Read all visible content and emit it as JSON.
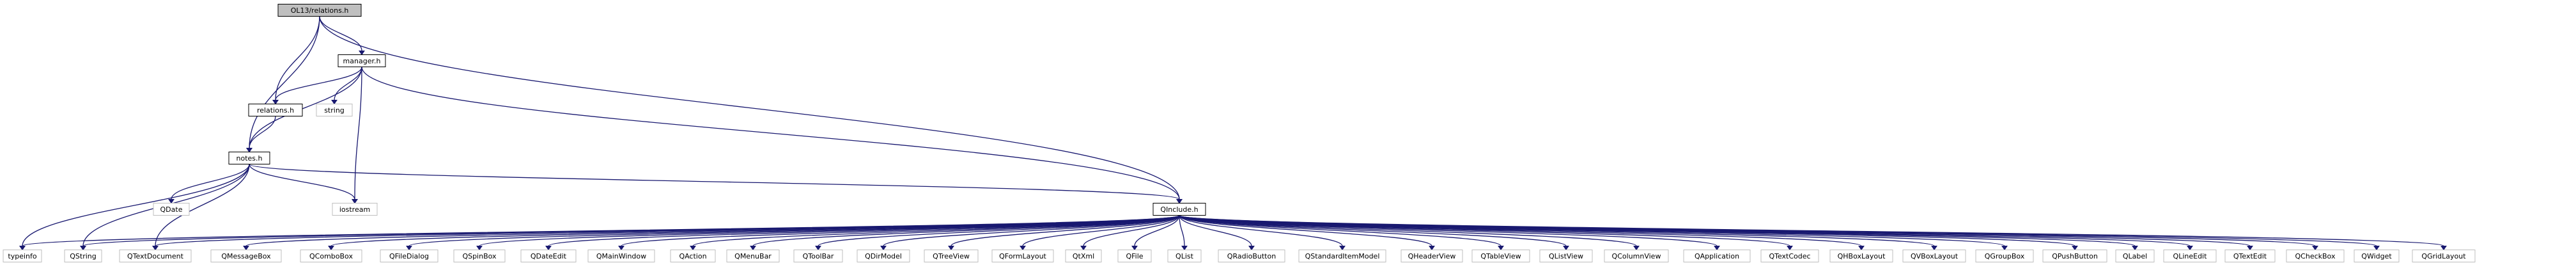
{
  "graph": {
    "colors": {
      "edge": "#191970",
      "root_fill": "#bfbfbf",
      "root_border": "#000000",
      "documented_fill": "#ffffff",
      "documented_border": "#000000",
      "external_fill": "#ffffff",
      "external_border": "#bfbfbf"
    },
    "nodes": [
      {
        "id": "root",
        "label": "OL13/relations.h",
        "style": "root"
      },
      {
        "id": "manager",
        "label": "manager.h",
        "style": "documented"
      },
      {
        "id": "relations",
        "label": "relations.h",
        "style": "documented"
      },
      {
        "id": "string",
        "label": "string",
        "style": "external"
      },
      {
        "id": "notes",
        "label": "notes.h",
        "style": "documented"
      },
      {
        "id": "qdate",
        "label": "QDate",
        "style": "external"
      },
      {
        "id": "iostream",
        "label": "iostream",
        "style": "external"
      },
      {
        "id": "qinclude",
        "label": "QInclude.h",
        "style": "documented"
      },
      {
        "id": "typeinfo",
        "label": "typeinfo",
        "style": "external"
      },
      {
        "id": "qstring",
        "label": "QString",
        "style": "external"
      },
      {
        "id": "qtextdocument",
        "label": "QTextDocument",
        "style": "external"
      },
      {
        "id": "qmessagebox",
        "label": "QMessageBox",
        "style": "external"
      },
      {
        "id": "qcombobox",
        "label": "QComboBox",
        "style": "external"
      },
      {
        "id": "qfiledialog",
        "label": "QFileDialog",
        "style": "external"
      },
      {
        "id": "qspinbox",
        "label": "QSpinBox",
        "style": "external"
      },
      {
        "id": "qdateedit",
        "label": "QDateEdit",
        "style": "external"
      },
      {
        "id": "qmainwindow",
        "label": "QMainWindow",
        "style": "external"
      },
      {
        "id": "qaction",
        "label": "QAction",
        "style": "external"
      },
      {
        "id": "qmenubar",
        "label": "QMenuBar",
        "style": "external"
      },
      {
        "id": "qtoolbar",
        "label": "QToolBar",
        "style": "external"
      },
      {
        "id": "qdirmodel",
        "label": "QDirModel",
        "style": "external"
      },
      {
        "id": "qtreeview",
        "label": "QTreeView",
        "style": "external"
      },
      {
        "id": "qformlayout",
        "label": "QFormLayout",
        "style": "external"
      },
      {
        "id": "qtxml",
        "label": "QtXml",
        "style": "external"
      },
      {
        "id": "qfile",
        "label": "QFile",
        "style": "external"
      },
      {
        "id": "qlist",
        "label": "QList",
        "style": "external"
      },
      {
        "id": "qradiobutton",
        "label": "QRadioButton",
        "style": "external"
      },
      {
        "id": "qstandarditemmodel",
        "label": "QStandardItemModel",
        "style": "external"
      },
      {
        "id": "qheaderview",
        "label": "QHeaderView",
        "style": "external"
      },
      {
        "id": "qtableview",
        "label": "QTableView",
        "style": "external"
      },
      {
        "id": "qlistview",
        "label": "QListView",
        "style": "external"
      },
      {
        "id": "qcolumnview",
        "label": "QColumnView",
        "style": "external"
      },
      {
        "id": "qapplication",
        "label": "QApplication",
        "style": "external"
      },
      {
        "id": "qtextcodec",
        "label": "QTextCodec",
        "style": "external"
      },
      {
        "id": "qhboxlayout",
        "label": "QHBoxLayout",
        "style": "external"
      },
      {
        "id": "qvboxlayout",
        "label": "QVBoxLayout",
        "style": "external"
      },
      {
        "id": "qgroupbox",
        "label": "QGroupBox",
        "style": "external"
      },
      {
        "id": "qpushbutton",
        "label": "QPushButton",
        "style": "external"
      },
      {
        "id": "qlabel",
        "label": "QLabel",
        "style": "external"
      },
      {
        "id": "qlineedit",
        "label": "QLineEdit",
        "style": "external"
      },
      {
        "id": "qtextedit",
        "label": "QTextEdit",
        "style": "external"
      },
      {
        "id": "qcheckbox",
        "label": "QCheckBox",
        "style": "external"
      },
      {
        "id": "qwidget",
        "label": "QWidget",
        "style": "external"
      },
      {
        "id": "qgridlayout",
        "label": "QGridLayout",
        "style": "external"
      }
    ],
    "edges": [
      [
        "root",
        "manager"
      ],
      [
        "root",
        "relations"
      ],
      [
        "root",
        "notes"
      ],
      [
        "root",
        "qinclude"
      ],
      [
        "manager",
        "relations"
      ],
      [
        "manager",
        "string"
      ],
      [
        "manager",
        "notes"
      ],
      [
        "manager",
        "iostream"
      ],
      [
        "manager",
        "qinclude"
      ],
      [
        "relations",
        "notes"
      ],
      [
        "notes",
        "qdate"
      ],
      [
        "notes",
        "iostream"
      ],
      [
        "notes",
        "qinclude"
      ],
      [
        "notes",
        "typeinfo"
      ],
      [
        "notes",
        "qstring"
      ],
      [
        "notes",
        "qtextdocument"
      ],
      [
        "qinclude",
        "typeinfo"
      ],
      [
        "qinclude",
        "qstring"
      ],
      [
        "qinclude",
        "qtextdocument"
      ],
      [
        "qinclude",
        "qmessagebox"
      ],
      [
        "qinclude",
        "qcombobox"
      ],
      [
        "qinclude",
        "qfiledialog"
      ],
      [
        "qinclude",
        "qspinbox"
      ],
      [
        "qinclude",
        "qdateedit"
      ],
      [
        "qinclude",
        "qmainwindow"
      ],
      [
        "qinclude",
        "qaction"
      ],
      [
        "qinclude",
        "qmenubar"
      ],
      [
        "qinclude",
        "qtoolbar"
      ],
      [
        "qinclude",
        "qdirmodel"
      ],
      [
        "qinclude",
        "qtreeview"
      ],
      [
        "qinclude",
        "qformlayout"
      ],
      [
        "qinclude",
        "qtxml"
      ],
      [
        "qinclude",
        "qfile"
      ],
      [
        "qinclude",
        "qlist"
      ],
      [
        "qinclude",
        "qradiobutton"
      ],
      [
        "qinclude",
        "qstandarditemmodel"
      ],
      [
        "qinclude",
        "qheaderview"
      ],
      [
        "qinclude",
        "qtableview"
      ],
      [
        "qinclude",
        "qlistview"
      ],
      [
        "qinclude",
        "qcolumnview"
      ],
      [
        "qinclude",
        "qapplication"
      ],
      [
        "qinclude",
        "qtextcodec"
      ],
      [
        "qinclude",
        "qhboxlayout"
      ],
      [
        "qinclude",
        "qvboxlayout"
      ],
      [
        "qinclude",
        "qgroupbox"
      ],
      [
        "qinclude",
        "qpushbutton"
      ],
      [
        "qinclude",
        "qlabel"
      ],
      [
        "qinclude",
        "qlineedit"
      ],
      [
        "qinclude",
        "qtextedit"
      ],
      [
        "qinclude",
        "qcheckbox"
      ],
      [
        "qinclude",
        "qwidget"
      ],
      [
        "qinclude",
        "qgridlayout"
      ]
    ]
  }
}
